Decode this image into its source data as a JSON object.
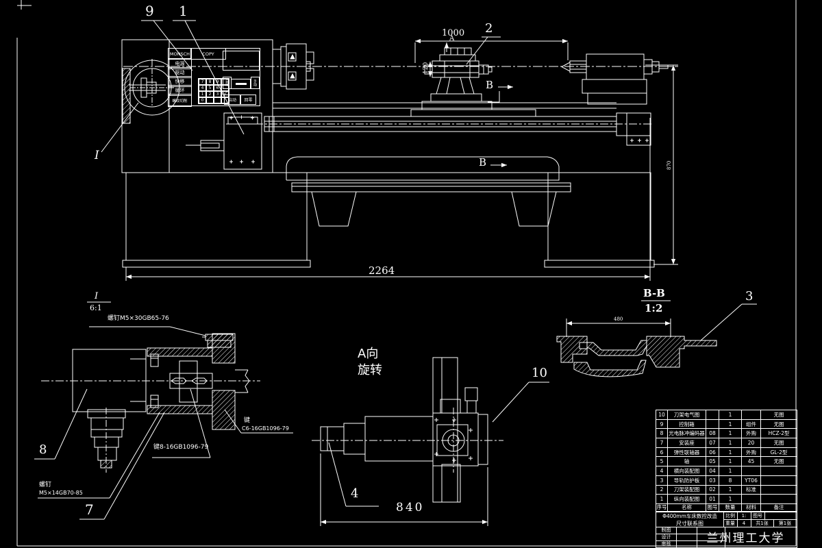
{
  "callouts": {
    "c1": "1",
    "c2": "2",
    "c3": "3",
    "c4": "4",
    "c7": "7",
    "c8": "8",
    "c9": "9",
    "c10": "10",
    "detail_ref": "I"
  },
  "dims": {
    "overall": "2264",
    "span": "1000",
    "tool_height": "120",
    "right_height": "870",
    "bb_width": "480",
    "a_length": "840"
  },
  "view_marks": {
    "b_upper": "B",
    "b_lower": "B",
    "a_marker": "A"
  },
  "panel": {
    "brand_left": "MONSCH",
    "brand_right": "COPY",
    "rows": [
      "电源",
      "驱动",
      "快移",
      "循环",
      "螺纹切削"
    ],
    "keys": [
      "7",
      "8",
      "9",
      "",
      "4",
      "5",
      "6",
      "",
      "1",
      "2",
      "3",
      "AC",
      "0",
      "",
      "",
      ""
    ],
    "auto": "自动",
    "manual": "手动",
    "btn_left": "启动",
    "btn_right": "回零"
  },
  "detail_i": {
    "marker": "I",
    "scale": "6:1",
    "ann_screw_top": "螺钉M5×30GB65-76",
    "ann_key_mid": "键8-16GB1096-79",
    "ann_key_right_l1": "键",
    "ann_key_right_l2": "C6-16GB1096-79",
    "ann_screw_bot_l1": "螺钉",
    "ann_screw_bot_l2": "M5×14GB70-85"
  },
  "view_a": {
    "line1": "A向",
    "line2": "旋转"
  },
  "section_bb": {
    "name": "B-B",
    "scale": "1:2"
  },
  "bom": {
    "headers": [
      "序号",
      "名称",
      "图号",
      "数量",
      "材料",
      "备注"
    ],
    "rows": [
      {
        "no": "10",
        "name": "刀架电气图",
        "code": "",
        "qty": "1",
        "mat": "",
        "rem": "无图"
      },
      {
        "no": "9",
        "name": "控制箱",
        "code": "",
        "qty": "1",
        "mat": "组件",
        "rem": "无图"
      },
      {
        "no": "8",
        "name": "光电脉冲编码器",
        "code": "08",
        "qty": "1",
        "mat": "外购",
        "rem": "HCZ-2型"
      },
      {
        "no": "7",
        "name": "安装座",
        "code": "07",
        "qty": "1",
        "mat": "20",
        "rem": "无图"
      },
      {
        "no": "6",
        "name": "弹性联轴器",
        "code": "06",
        "qty": "1",
        "mat": "外购",
        "rem": "GL-2型"
      },
      {
        "no": "5",
        "name": "轴",
        "code": "05",
        "qty": "1",
        "mat": "45",
        "rem": "无图"
      },
      {
        "no": "4",
        "name": "横向装配图",
        "code": "04",
        "qty": "1",
        "mat": "",
        "rem": ""
      },
      {
        "no": "3",
        "name": "导轨防护板",
        "code": "03",
        "qty": "8",
        "mat": "YT06",
        "rem": ""
      },
      {
        "no": "2",
        "name": "刀架装配图",
        "code": "02",
        "qty": "1",
        "mat": "标准",
        "rem": ""
      },
      {
        "no": "1",
        "name": "纵向装配图",
        "code": "01",
        "qty": "1",
        "mat": "",
        "rem": ""
      }
    ]
  },
  "titleblock": {
    "title_l1": "Φ400mm车床数控改造",
    "title_l2": "尺寸联系图",
    "scale_label": "比例",
    "scale_value": "1:",
    "drawno_label": "图号",
    "drawno_value": "",
    "weight_label": "重量",
    "weight_value": "4",
    "sheets": "共1张",
    "sheet_no": "第1张",
    "row_draw": "制图",
    "row_design": "设计",
    "row_check": "审核",
    "school": "兰州理工大学"
  }
}
